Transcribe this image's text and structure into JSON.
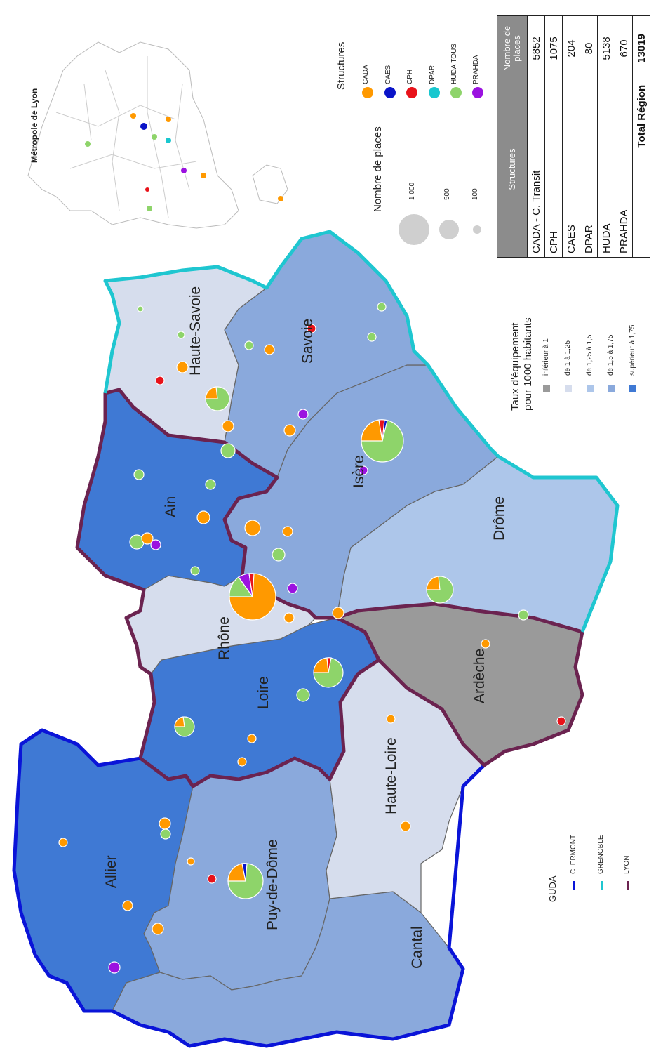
{
  "departments": [
    {
      "id": "allier",
      "name": "Allier"
    },
    {
      "id": "puy-de-dome",
      "name": "Puy-de-Dôme"
    },
    {
      "id": "cantal",
      "name": "Cantal"
    },
    {
      "id": "haute-loire",
      "name": "Haute-Loire"
    },
    {
      "id": "loire",
      "name": "Loire"
    },
    {
      "id": "rhone",
      "name": "Rhône"
    },
    {
      "id": "ain",
      "name": "Ain"
    },
    {
      "id": "ardeche",
      "name": "Ardèche"
    },
    {
      "id": "drome",
      "name": "Drôme"
    },
    {
      "id": "isere",
      "name": "Isère"
    },
    {
      "id": "savoie",
      "name": "Savoie"
    },
    {
      "id": "haute-savoie",
      "name": "Haute-Savoie"
    }
  ],
  "inset": {
    "title": "Métropole de Lyon"
  },
  "legend_guda": {
    "title": "GUDA",
    "items": [
      {
        "label": "CLERMONT",
        "color": "#0a14d8"
      },
      {
        "label": "GRENOBLE",
        "color": "#1fc6d0"
      },
      {
        "label": "LYON",
        "color": "#6b2350"
      }
    ]
  },
  "legend_rate": {
    "title_line1": "Taux d'équipement",
    "title_line2": "pour 1000 habitants",
    "items": [
      {
        "label": "inférieur à 1",
        "color": "#9a9a9a"
      },
      {
        "label": "de 1 à 1,25",
        "color": "#d6dded"
      },
      {
        "label": "de 1,25 à 1,5",
        "color": "#adc6ea"
      },
      {
        "label": "de 1,5 à 1,75",
        "color": "#8aa9dc"
      },
      {
        "label": "supérieur à 1,75",
        "color": "#3f79d4"
      }
    ]
  },
  "legend_size": {
    "title": "Nombre de places",
    "items": [
      {
        "label": "1 000"
      },
      {
        "label": "500"
      },
      {
        "label": "100"
      }
    ]
  },
  "legend_structures": {
    "title": "Structures",
    "items": [
      {
        "label": "CADA",
        "color": "#ff9900"
      },
      {
        "label": "CAES",
        "color": "#0a14c8"
      },
      {
        "label": "CPH",
        "color": "#e8121a"
      },
      {
        "label": "DPAR",
        "color": "#19c7cf"
      },
      {
        "label": "HUDA TOUS",
        "color": "#8ed46a"
      },
      {
        "label": "PRAHDA",
        "color": "#9b12e0"
      }
    ]
  },
  "table": {
    "header_structures": "Structures",
    "header_places_line1": "Nombre de",
    "header_places_line2": "places",
    "rows": [
      {
        "structure": "CADA - C. Transit",
        "places": "5852"
      },
      {
        "structure": "CPH",
        "places": "1075"
      },
      {
        "structure": "CAES",
        "places": "204"
      },
      {
        "structure": "DPAR",
        "places": "80"
      },
      {
        "structure": "HUDA",
        "places": "5138"
      },
      {
        "structure": "PRAHDA",
        "places": "670"
      }
    ],
    "total_label": "Total Région",
    "total_places": "13019"
  }
}
